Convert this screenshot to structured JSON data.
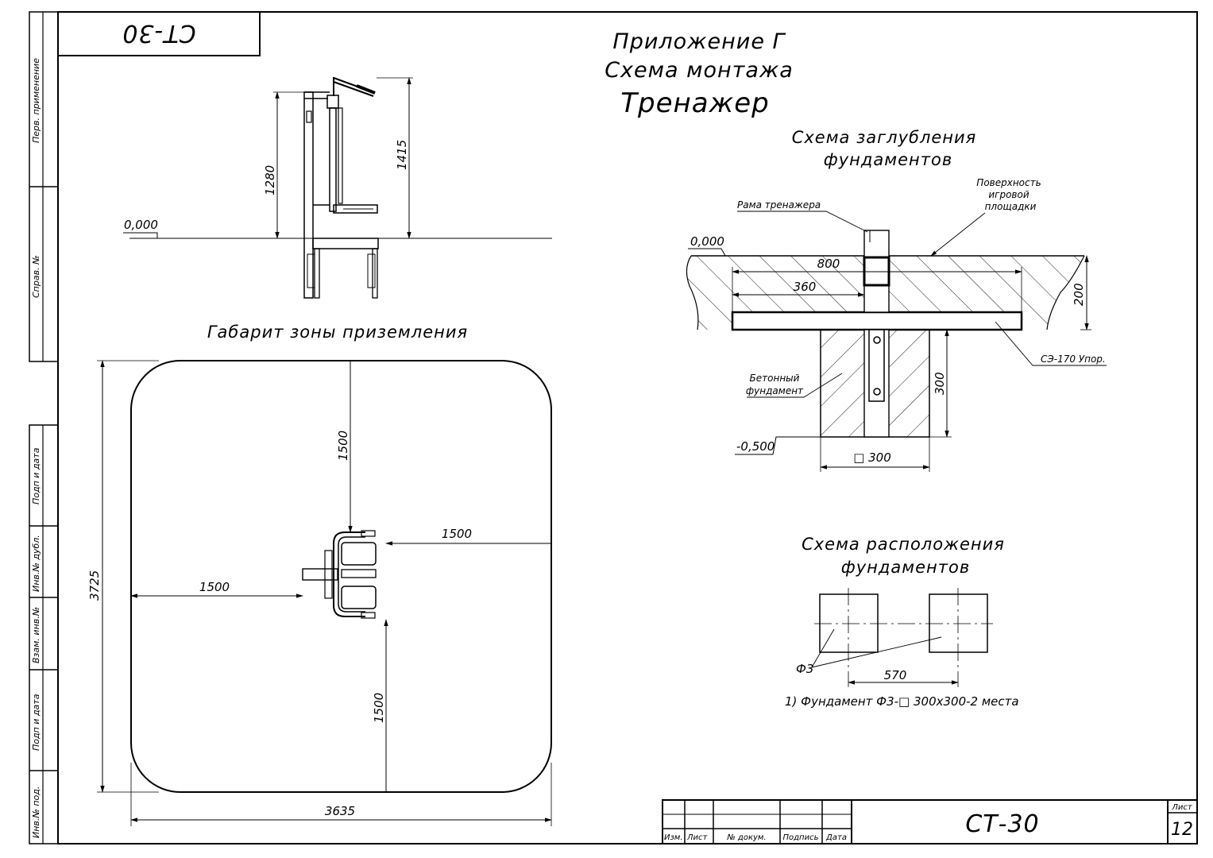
{
  "code_box": {
    "text": "СТ-30"
  },
  "titles": {
    "line1": "Приложение Г",
    "line2": "Схема монтажа",
    "line3": "Тренажер"
  },
  "side_strip": {
    "perv_primenenie": "Перв. применение",
    "sprav_no": "Справ. №",
    "podp_data_1": "Подп и дата",
    "inv_dubl": "Инв.№ дубл.",
    "vzam_inv": "Взам. инв.№",
    "podp_data_2": "Подп и дата",
    "inv_pod": "Инв.№ под."
  },
  "elevation": {
    "zero_mark": "0,000",
    "dim_height_1": "1280",
    "dim_height_2": "1415"
  },
  "landing_zone": {
    "title": "Габарит зоны приземления",
    "dim_top": "1500",
    "dim_right": "1500",
    "dim_left": "1500",
    "dim_bottom": "1500",
    "dim_height": "3725",
    "dim_width": "3635"
  },
  "depth_scheme": {
    "title_line1": "Схема заглубления",
    "title_line2": "фундаментов",
    "label_frame": "Рама тренажера",
    "label_surface_1": "Поверхность",
    "label_surface_2": "игровой",
    "label_surface_3": "площадки",
    "zero_mark": "0,000",
    "dim_800": "800",
    "dim_360": "360",
    "dim_200": "200",
    "dim_300_v": "300",
    "label_se": "СЭ-170 Упор.",
    "label_concrete_1": "Бетонный",
    "label_concrete_2": "фундамент",
    "mark_depth": "-0,500",
    "dim_square": "□ 300"
  },
  "layout_scheme": {
    "title_line1": "Схема расположения",
    "title_line2": "фундаментов",
    "label_f3": "Ф3",
    "dim_570": "570",
    "note": "1) Фундамент Ф3-□ 300х300-2 места"
  },
  "stamp": {
    "izm": "Изм.",
    "list": "Лист",
    "no_dokum": "№ докум.",
    "podpis": "Подпись",
    "data": "Дата",
    "code": "СТ-30",
    "list_label": "Лист",
    "list_number": "12"
  }
}
